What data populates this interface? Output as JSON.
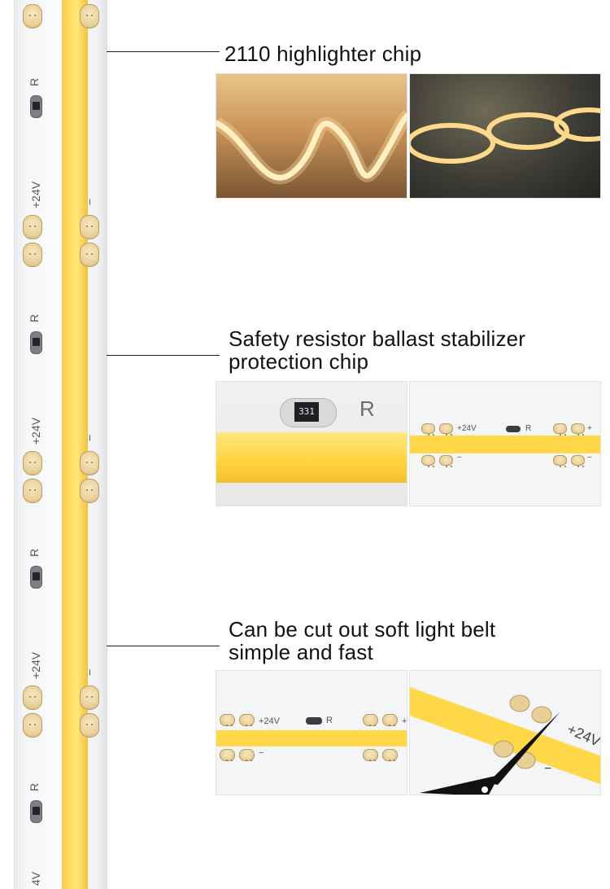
{
  "strip": {
    "label_r": "R",
    "label_plus": "+24V",
    "label_minus": "−",
    "label_plus_cut": "4V"
  },
  "sections": [
    {
      "caption_lines": [
        "2110 highlighter chip"
      ]
    },
    {
      "caption_lines": [
        "Safety resistor ballast stabilizer",
        "protection chip"
      ]
    },
    {
      "caption_lines": [
        "Can be cut out soft light belt",
        "simple and fast"
      ]
    }
  ],
  "photos": {
    "resistor_code": "331",
    "label_r": "R",
    "label_plus": "+24V",
    "label_minus": "−",
    "label_plus_short": "+"
  },
  "colors": {
    "tape": "#ffe066",
    "warm_light": "#ffd98a",
    "pad": "#e8cf96",
    "resistor": "#222327"
  }
}
